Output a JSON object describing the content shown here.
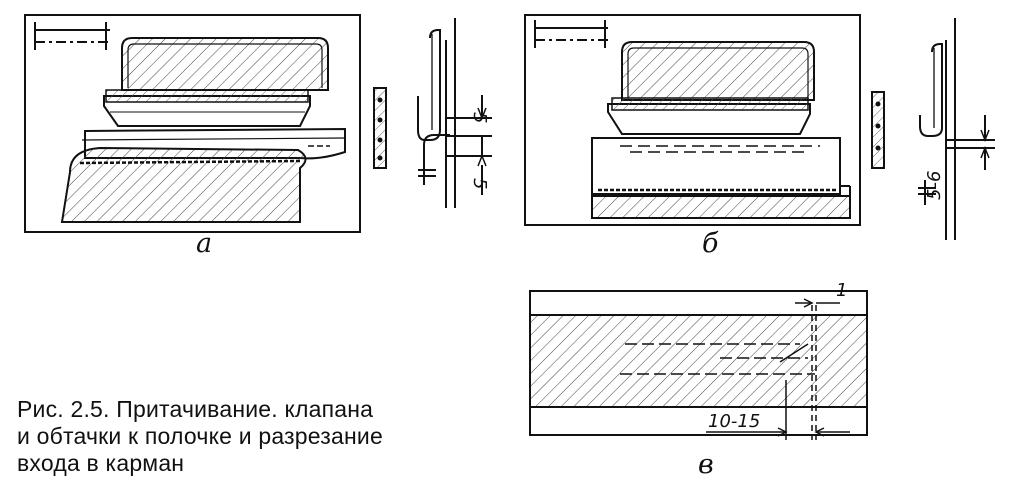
{
  "figure": {
    "caption_lines": [
      "Рис. 2.5. Притачивание. клапана",
      "и обтачки к полочке и разрезание",
      "входа в карман"
    ],
    "panel_labels": {
      "a": "а",
      "b": "б",
      "c": "в"
    },
    "dimensions": {
      "a_upper": "5",
      "a_lower": "5",
      "b_side": "5-6",
      "c_top": "1",
      "c_bottom": "10-15"
    }
  }
}
